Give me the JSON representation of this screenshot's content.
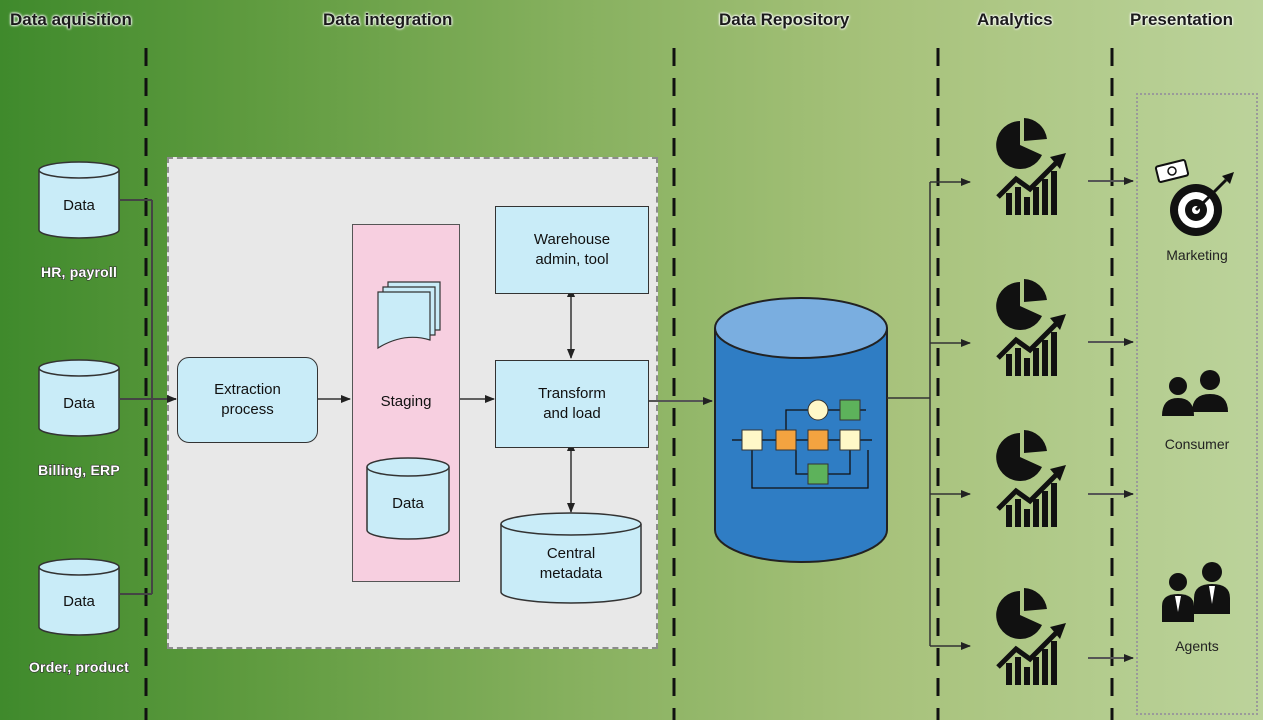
{
  "stages": {
    "acquisition": "Data aquisition",
    "integration": "Data integration",
    "repository": "Data Repository",
    "analytics": "Analytics",
    "presentation": "Presentation"
  },
  "sources": [
    {
      "db_label": "Data",
      "caption": "HR, payroll"
    },
    {
      "db_label": "Data",
      "caption": "Billing, ERP"
    },
    {
      "db_label": "Data",
      "caption": "Order, product"
    }
  ],
  "integration": {
    "extraction": "Extraction process",
    "staging": "Staging",
    "staging_db": "Data",
    "warehouse_admin": "Warehouse admin, tool",
    "transform_load": "Transform and load",
    "central_metadata": "Central metadata"
  },
  "presentation": {
    "marketing": "Marketing",
    "consumer": "Consumer",
    "agents": "Agents"
  },
  "colors": {
    "db_fill": "#c9ecf8",
    "repository_fill": "#2f7dc4",
    "staging_fill": "#f7cfe0",
    "flow_orange": "#f4a340",
    "flow_green": "#5db25b",
    "flow_cream": "#fff8c8"
  },
  "icons": {
    "analytics": "pie-and-growth-chart-icon",
    "marketing": "money-target-icon",
    "consumer": "users-icon",
    "agents": "business-agents-icon"
  }
}
